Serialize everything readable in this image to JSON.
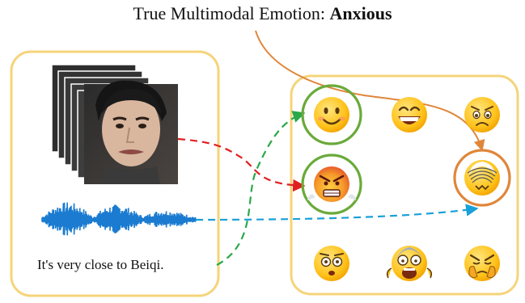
{
  "title": {
    "prefix": "True Multimodal Emotion: ",
    "emotion": "Anxious"
  },
  "input_panel": {
    "text_caption": "It's very close to Beiqi."
  },
  "modalities": [
    "video-frames",
    "audio-waveform",
    "text"
  ],
  "emotion_panel": {
    "emojis": [
      {
        "name": "smiling-emoji",
        "highlight": "#6aaa3a"
      },
      {
        "name": "grinning-emoji",
        "highlight": null
      },
      {
        "name": "worried-emoji",
        "highlight": null
      },
      {
        "name": "angry-emoji",
        "highlight": "#6aaa3a"
      },
      {
        "name": "anxious-emoji",
        "highlight": "#e0863a"
      },
      {
        "name": "flushed-emoji",
        "highlight": null
      },
      {
        "name": "screaming-emoji",
        "highlight": null
      },
      {
        "name": "sick-emoji",
        "highlight": null
      }
    ]
  },
  "colors": {
    "panel_border": "#f5d47a",
    "video_arrow": "#e02020",
    "audio_arrow": "#1aa0d8",
    "text_arrow": "#2aa84a",
    "true_arrow": "#e0863a"
  }
}
